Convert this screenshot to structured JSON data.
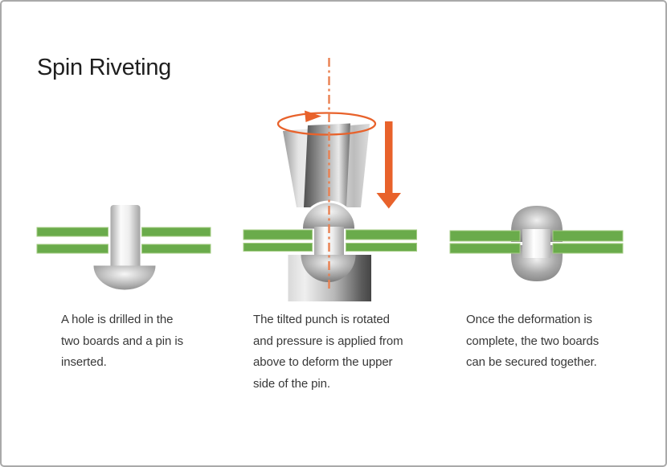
{
  "page": {
    "title": "Spin Riveting"
  },
  "colors": {
    "board_green": "#6aab4b",
    "board_green_edge": "#a5cd85",
    "arrow_orange": "#e8622b",
    "axis_orange": "#e98050",
    "metal_light": "#f4f4f4",
    "metal_dark": "#555555",
    "text": "#383838",
    "frame_border": "#a9a9a9"
  },
  "steps": [
    {
      "name": "pin-inserted",
      "caption_lines": [
        "A hole is drilled in the",
        "two boards and a pin is",
        "inserted."
      ]
    },
    {
      "name": "punch-rotating",
      "caption_lines": [
        "The tilted punch is rotated",
        "and pressure is applied from",
        "above to deform the upper",
        "side of the pin."
      ]
    },
    {
      "name": "deformation-complete",
      "caption_lines": [
        "Once the deformation is",
        "complete, the two boards",
        "can be secured together."
      ]
    }
  ],
  "icons": {
    "rotation_arrow": "rotation-direction-arrow",
    "pressure_arrow": "downward-pressure-arrow",
    "center_axis": "spin-axis-dash-dot-line"
  }
}
